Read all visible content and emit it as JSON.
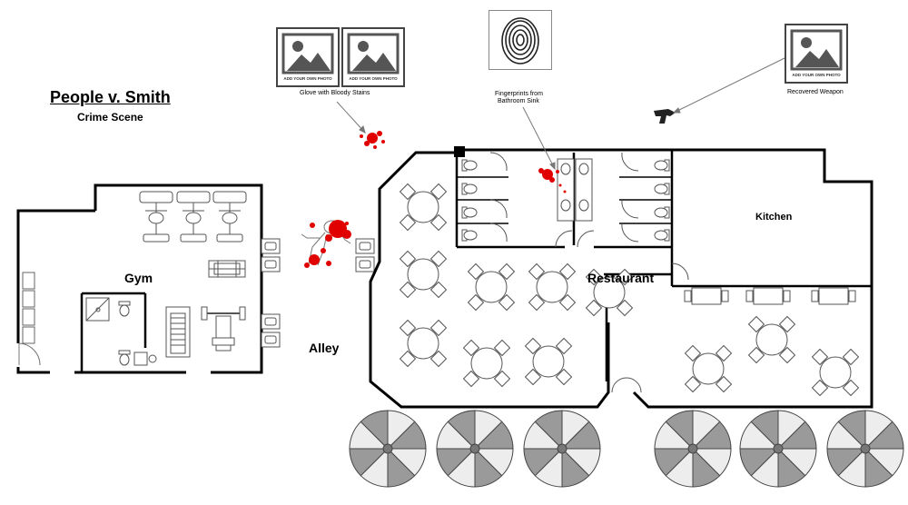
{
  "header": {
    "title": "People v. Smith",
    "subtitle": "Crime Scene"
  },
  "areas": {
    "gym": "Gym",
    "alley": "Alley",
    "restaurant": "Restaurant",
    "kitchen": "Kitchen"
  },
  "evidence": {
    "photo_placeholder": "ADD YOUR OWN PHOTO",
    "glove_caption": "Glove with Bloody Stains",
    "fingerprints_caption_line1": "Fingerprints from",
    "fingerprints_caption_line2": "Bathroom Sink",
    "weapon_caption": "Recovered Weapon"
  },
  "colors": {
    "wall": "#000000",
    "blood": "#e00000",
    "umbrella_light": "#ededed",
    "umbrella_dark": "#9a9a9a",
    "frame": "#444444"
  },
  "icons": [
    "photo-placeholder-icon",
    "fingerprint-icon",
    "handgun-icon",
    "blood-splatter-icon",
    "body-outline-icon",
    "umbrella-icon",
    "table-icon",
    "bike-icon",
    "treadmill-icon",
    "toilet-icon"
  ]
}
